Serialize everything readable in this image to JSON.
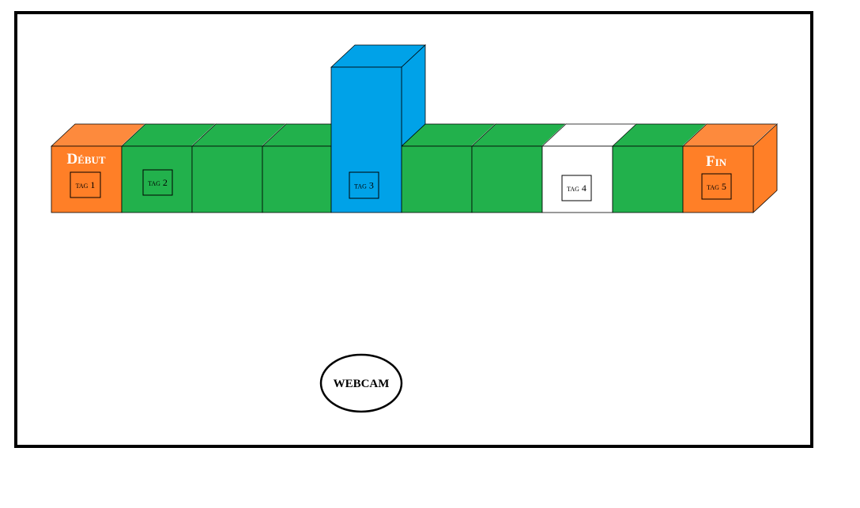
{
  "colors": {
    "orange": "#ff7f27",
    "orange_top": "#fd8a3d",
    "green": "#22b14c",
    "white": "#ffffff",
    "blue": "#00a2e8",
    "outline": "#000000"
  },
  "track": {
    "cells": [
      {
        "color": "orange",
        "label": "Début",
        "tag": "tag 1"
      },
      {
        "color": "green",
        "label": "",
        "tag": "tag 2"
      },
      {
        "color": "green",
        "label": "",
        "tag": ""
      },
      {
        "color": "green",
        "label": "",
        "tag": ""
      },
      {
        "color": "blue",
        "label": "",
        "tag": "tag 3"
      },
      {
        "color": "green",
        "label": "",
        "tag": ""
      },
      {
        "color": "green",
        "label": "",
        "tag": ""
      },
      {
        "color": "white",
        "label": "",
        "tag": "tag 4"
      },
      {
        "color": "green",
        "label": "",
        "tag": ""
      },
      {
        "color": "orange",
        "label": "Fin",
        "tag": "tag 5"
      }
    ]
  },
  "webcam": {
    "label": "WEBCAM"
  }
}
